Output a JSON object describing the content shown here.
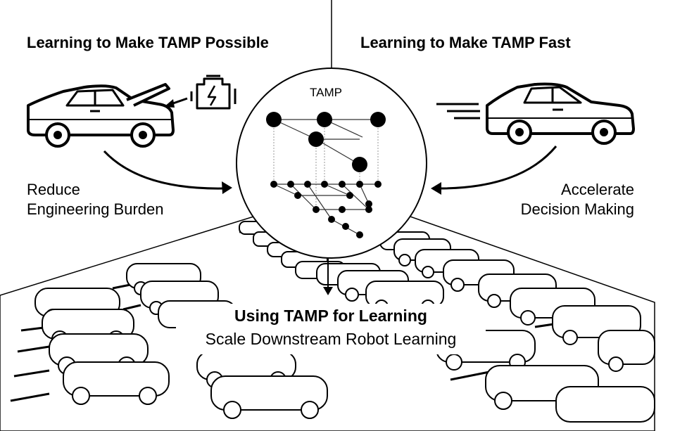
{
  "headings": {
    "left": "Learning to Make TAMP Possible",
    "right": "Learning to Make TAMP Fast"
  },
  "left_caption": {
    "line1": "Reduce",
    "line2": "Engineering Burden"
  },
  "right_caption": {
    "line1": "Accelerate",
    "line2": "Decision Making"
  },
  "circle_label": "TAMP",
  "bottom_caption": {
    "title": "Using TAMP for Learning",
    "subtitle": "Scale Downstream Robot Learning"
  },
  "icons": {
    "left_car": "car-hood-open-icon",
    "engine": "engine-battery-icon",
    "right_car": "fast-car-icon",
    "parking_lot": "parking-lot-cars-icon"
  },
  "colors": {
    "ink": "#000000",
    "background": "#ffffff",
    "guide": "#999999"
  }
}
